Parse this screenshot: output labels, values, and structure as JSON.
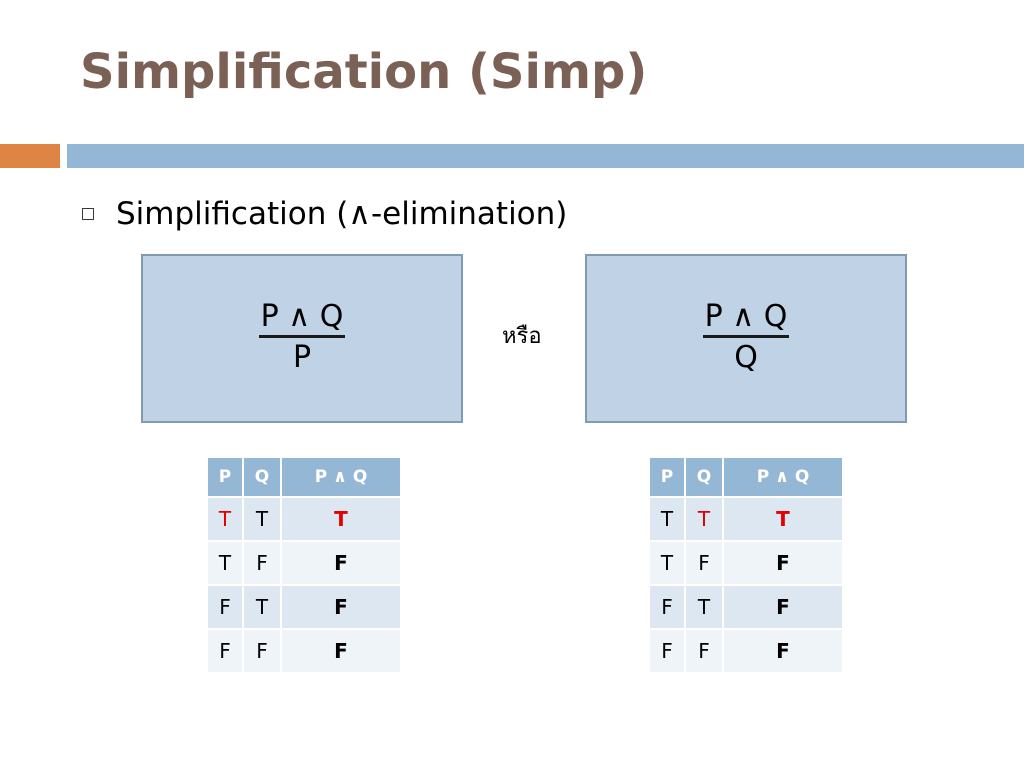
{
  "slide": {
    "title": "Simplification (Simp)",
    "bullet": "Simplification (∧-elimination)",
    "or_text": "หรือ",
    "rules": [
      {
        "premise": "P ∧ Q",
        "conclusion": "P"
      },
      {
        "premise": "P ∧ Q",
        "conclusion": "Q"
      }
    ],
    "tables": [
      {
        "headers": [
          "P",
          "Q",
          "P ∧ Q"
        ],
        "rows": [
          [
            "T",
            "T",
            "T"
          ],
          [
            "T",
            "F",
            "F"
          ],
          [
            "F",
            "T",
            "F"
          ],
          [
            "F",
            "F",
            "F"
          ]
        ]
      },
      {
        "headers": [
          "P",
          "Q",
          "P ∧ Q"
        ],
        "rows": [
          [
            "T",
            "T",
            "T"
          ],
          [
            "T",
            "F",
            "F"
          ],
          [
            "F",
            "T",
            "F"
          ],
          [
            "F",
            "F",
            "F"
          ]
        ]
      }
    ]
  },
  "colors": {
    "title": "#7a6055",
    "accent_orange": "#de8444",
    "accent_blue": "#95b7d6",
    "rule_box": "#bfd2e6",
    "highlight_red": "#e30000"
  }
}
